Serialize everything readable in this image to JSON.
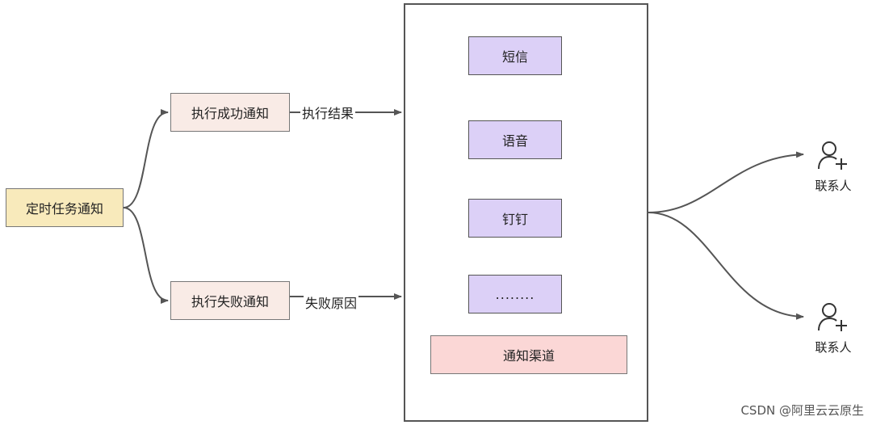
{
  "root": {
    "label": "定时任务通知"
  },
  "branches": {
    "success": {
      "label": "执行成功通知",
      "edge_label": "执行结果"
    },
    "failure": {
      "label": "执行失败通知",
      "edge_label": "失败原因"
    }
  },
  "channels": {
    "items": [
      "短信",
      "语音",
      "钉钉",
      "........"
    ],
    "title": "通知渠道"
  },
  "contacts": [
    "联系人",
    "联系人"
  ],
  "watermark": "CSDN @阿里云云原生"
}
